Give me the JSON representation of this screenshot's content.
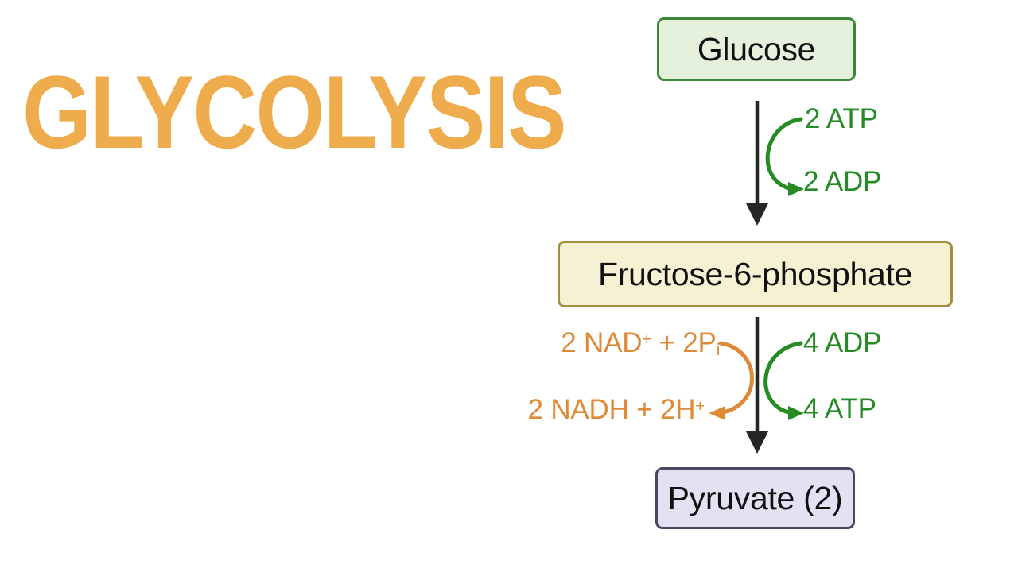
{
  "title": "GLYCOLYSIS",
  "colors": {
    "title_orange": "#EFAC4D",
    "green": "#258C25",
    "orange": "#DF8A38",
    "arrow_black": "#262626",
    "glucose_fill": "#E5F1DD",
    "glucose_border": "#3E8638",
    "fructose_fill": "#F6F1D2",
    "fructose_border": "#A2903E",
    "pyruvate_fill": "#E3E1F2",
    "pyruvate_border": "#494863"
  },
  "nodes": {
    "glucose": {
      "label": "Glucose"
    },
    "fructose": {
      "label": "Fructose-6-phosphate"
    },
    "pyruvate": {
      "label": "Pyruvate (2)"
    }
  },
  "reactions": {
    "step1": {
      "atp_in": "2 ATP",
      "adp_out": "2 ADP"
    },
    "step2": {
      "adp_in": "4 ADP",
      "atp_out": "4 ATP",
      "nad_in": {
        "pre": "2 NAD",
        "sup": "+",
        "mid": " + 2P",
        "sub": "i"
      },
      "nadh_out": {
        "pre": "2 NADH + 2H",
        "sup": "+"
      }
    }
  }
}
